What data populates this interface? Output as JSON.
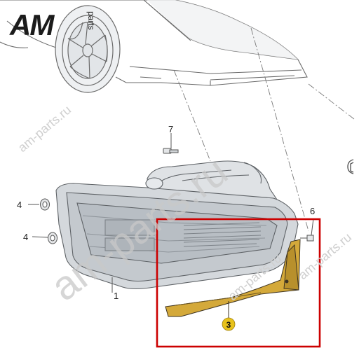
{
  "logo": {
    "main": "AM",
    "side": "parts"
  },
  "watermarks": [
    "am-parts.ru",
    "am-parts.ru",
    "am-parts.ru",
    "am-parts.ru"
  ],
  "callouts": {
    "p1": "1",
    "p3": "3",
    "p4a": "4",
    "p4b": "4",
    "p6": "6",
    "p7": "7"
  },
  "colors": {
    "line": "#6b6b6b",
    "part_fill": "#d9dbdd",
    "part_dark": "#b9bdc1",
    "highlight_part": "#d4a93a",
    "highlight_box": "#cc0000",
    "badge": "#e8c21b",
    "watermark": "#c8c8c8"
  }
}
